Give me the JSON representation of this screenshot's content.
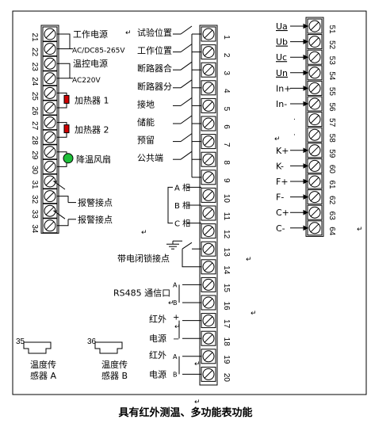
{
  "left_block": {
    "terminal_numbers": [
      "21",
      "22",
      "23",
      "24",
      "25",
      "26",
      "27",
      "28",
      "29",
      "30",
      "31",
      "32",
      "33",
      "34"
    ],
    "work_power_label": "工作电源",
    "work_power_spec": "AC/DC85-265V",
    "temp_power_label": "温控电源",
    "temp_power_spec": "AC220V",
    "heater1_label": "加热器 1",
    "heater2_label": "加热器 2",
    "fan_label": "降温风扇",
    "alarm1_label": "报警接点",
    "alarm2_label": "报警接点"
  },
  "middle_block": {
    "terminal_numbers": [
      "1",
      "2",
      "3",
      "4",
      "5",
      "6",
      "7",
      "8",
      "9",
      "10",
      "11",
      "12",
      "13",
      "14",
      "15",
      "16",
      "17",
      "18",
      "19",
      "20"
    ],
    "inputs": [
      "试验位置",
      "工作位置",
      "断路器合",
      "断路器分",
      "接地",
      "储能",
      "预留",
      "公共端"
    ],
    "phase_labels": [
      "A 相",
      "B 相",
      "C 相"
    ],
    "closing_contact_label": "带电闭锁接点",
    "rs485_label": "RS485 通信口",
    "rs485_a": "A",
    "rs485_b": "B",
    "ir_power_label_1": "红外",
    "ir_power_label_2": "电源",
    "plus": "+",
    "minus": "−",
    "ir_comm_label_1": "红外",
    "ir_comm_label_2": "电源",
    "ir_comm_a": "A",
    "ir_comm_b": "B"
  },
  "right_block": {
    "terminal_numbers": [
      "51",
      "52",
      "53",
      "54",
      "55",
      "56",
      "57",
      "58",
      "59",
      "60",
      "61",
      "62",
      "63",
      "64"
    ],
    "signal_labels": [
      "Ua",
      "Ub",
      "Uc",
      "Un",
      "In+",
      "In-",
      "",
      "",
      "K+",
      "K-",
      "F+",
      "F-",
      "C+",
      "C-"
    ]
  },
  "sensors": [
    {
      "number": "35",
      "label_1": "温度传",
      "label_2": "感器 A"
    },
    {
      "number": "36",
      "label_1": "温度传",
      "label_2": "感器 B"
    }
  ],
  "caption": "具有红外测温、多功能表功能"
}
